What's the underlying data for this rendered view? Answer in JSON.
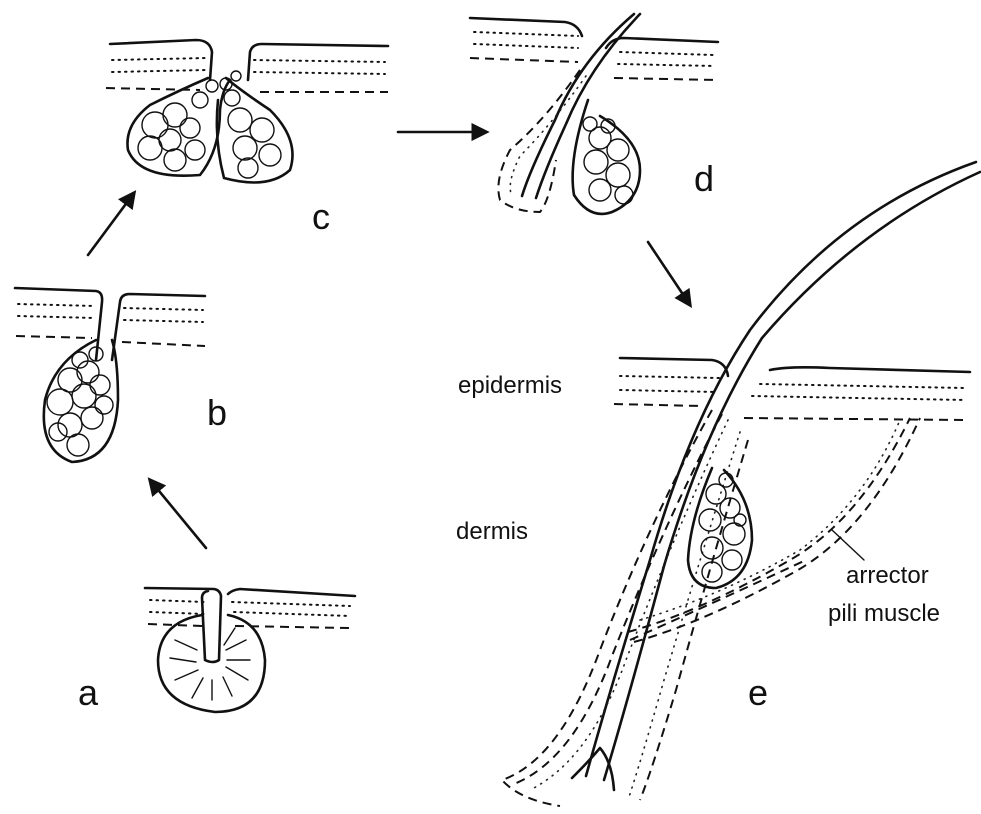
{
  "stages": {
    "a": "a",
    "b": "b",
    "c": "c",
    "d": "d",
    "e": "e"
  },
  "labels": {
    "epidermis": "epidermis",
    "dermis": "dermis",
    "arrector_line1": "arrector",
    "arrector_line2": "pili muscle"
  },
  "colors": {
    "ink": "#111111",
    "background": "#ffffff"
  }
}
